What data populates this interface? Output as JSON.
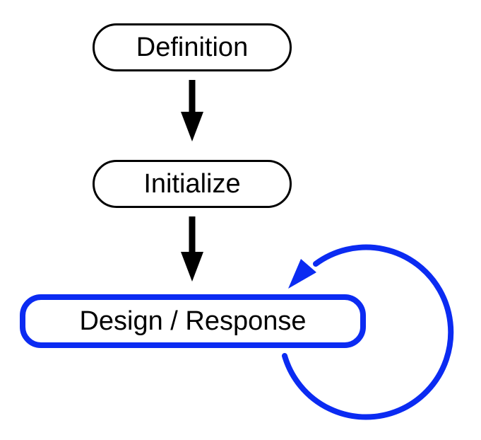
{
  "diagram": {
    "nodes": [
      {
        "id": "definition",
        "label": "Definition"
      },
      {
        "id": "initialize",
        "label": "Initialize"
      },
      {
        "id": "design",
        "label": "Design / Response"
      }
    ],
    "edges": [
      {
        "from": "definition",
        "to": "initialize"
      },
      {
        "from": "initialize",
        "to": "design"
      },
      {
        "from": "design",
        "to": "design",
        "style": "loop"
      }
    ],
    "colors": {
      "node_border": "#000000",
      "arrow": "#000000",
      "highlight": "#0b2bf2"
    }
  }
}
